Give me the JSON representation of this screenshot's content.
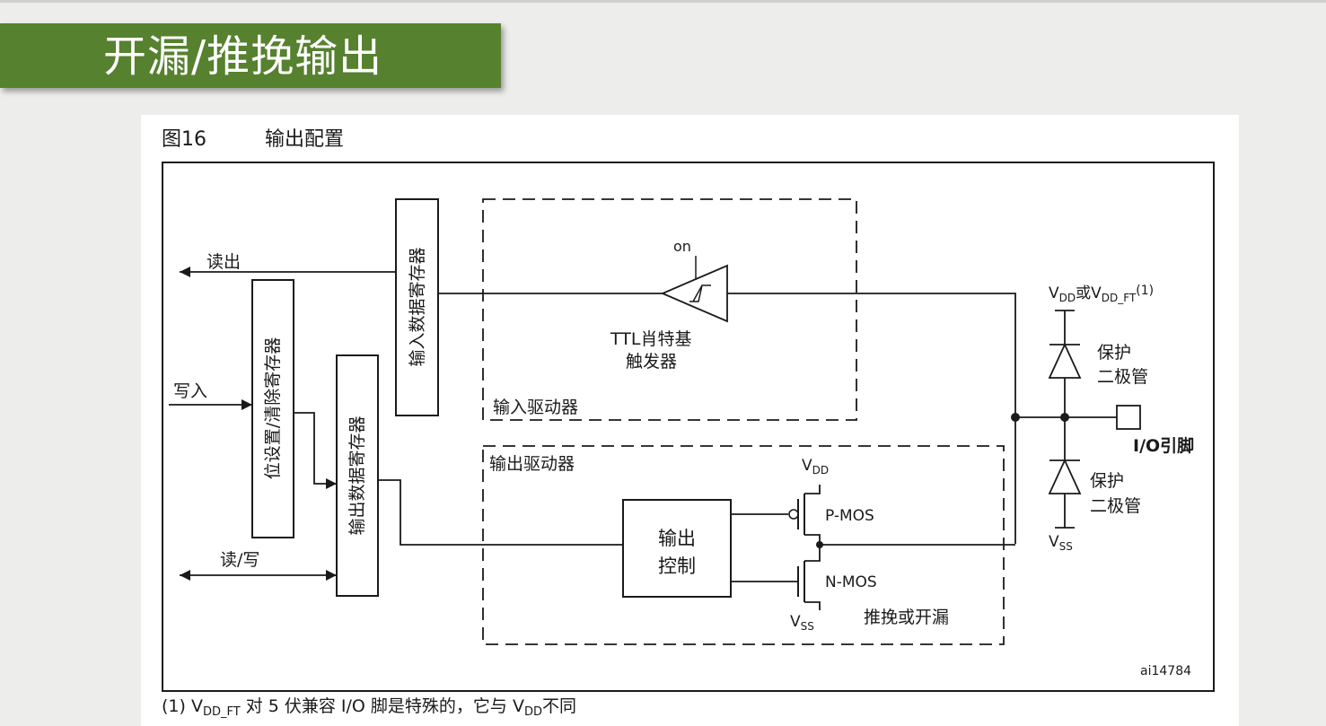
{
  "slide": {
    "title": "开漏/推挽输出"
  },
  "figure": {
    "number": "图16",
    "caption": "输出配置",
    "id_tag": "ai14784",
    "footnote": {
      "prefix": "(1) ",
      "v1": "V",
      "v1_sub": "DD_FT",
      "mid": " 对 5 伏兼容 I/O 脚是特殊的，它与 ",
      "v2": "V",
      "v2_sub": "DD",
      "end": "不同"
    }
  },
  "diagram": {
    "signals": {
      "read_out": "读出",
      "write_in": "写入",
      "read_write": "读/写"
    },
    "registers": {
      "bit_set_reset": "位设置/清除寄存器",
      "input_data": "输入数据寄存器",
      "output_data": "输出数据寄存器"
    },
    "input_driver": {
      "label": "输入驱动器",
      "on_label": "on",
      "schmitt_line1": "TTL肖特基",
      "schmitt_line2": "触发器"
    },
    "output_driver": {
      "label": "输出驱动器",
      "control_line1": "输出",
      "control_line2": "控制",
      "vdd_v": "V",
      "vdd_sub": "DD",
      "vss_v": "V",
      "vss_sub": "SS",
      "pmos": "P-MOS",
      "nmos": "N-MOS",
      "mode": "推挽或开漏"
    },
    "protection": {
      "top_v": "V",
      "top_sub1": "DD",
      "top_or": "或V",
      "top_sub2": "DD_FT",
      "top_note": "(1)",
      "diode_top_line1": "保护",
      "diode_top_line2": "二极管",
      "diode_bottom_line1": "保护",
      "diode_bottom_line2": "二极管",
      "vss_v": "V",
      "vss_sub": "SS",
      "io_pin": "I/O引脚"
    }
  }
}
